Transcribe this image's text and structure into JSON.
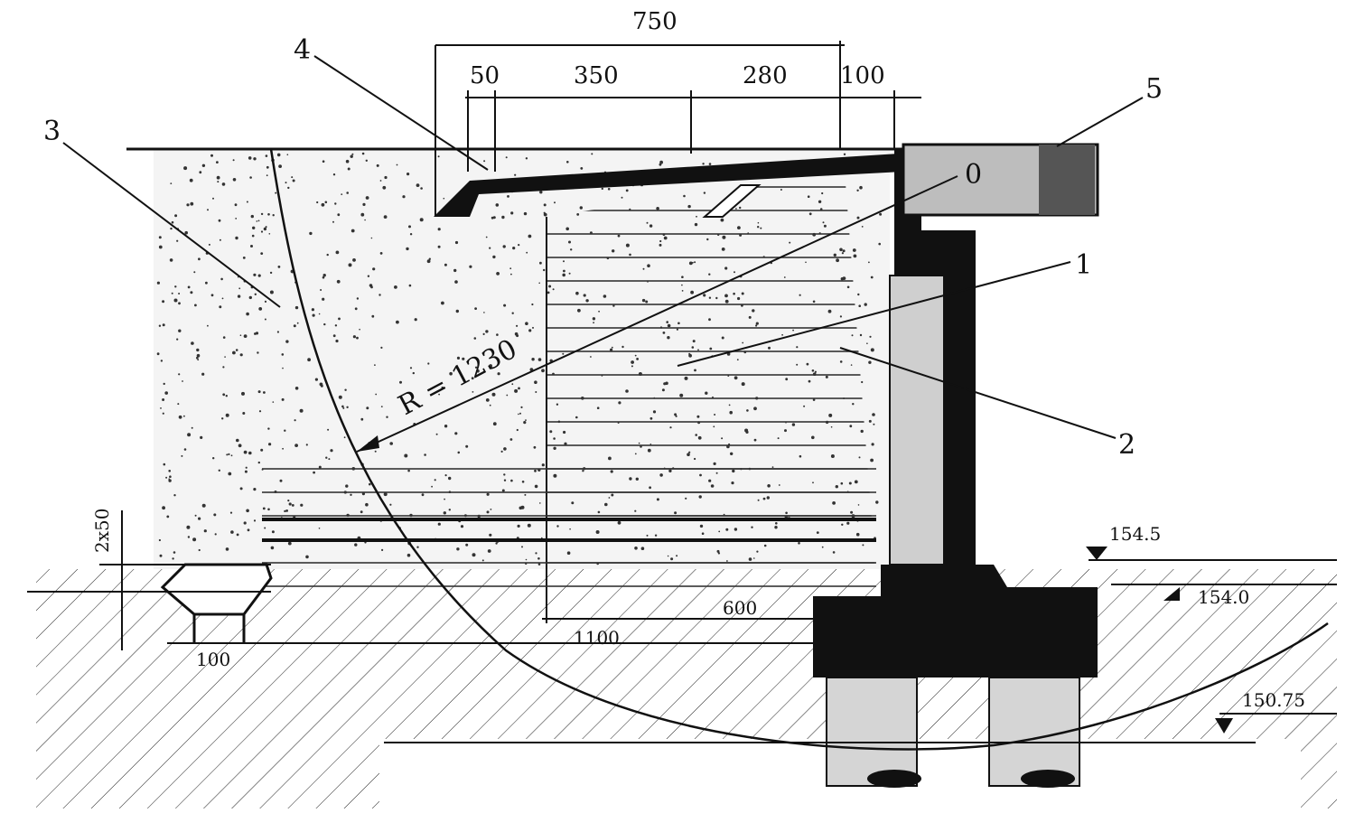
{
  "dimensions": {
    "top_total": "750",
    "seg_a": "50",
    "seg_b": "350",
    "seg_c": "280",
    "seg_d": "100",
    "radius": "R = 1230",
    "base_600": "600",
    "base_1100": "1100",
    "drain_100": "100",
    "drain_height": "2x50"
  },
  "labels": {
    "l1": "1",
    "l2": "2",
    "l3": "3",
    "l4": "4",
    "l5": "5",
    "center": "0"
  },
  "elevations": {
    "e1": "154.5",
    "e2": "154.0",
    "e3": "150.75"
  },
  "colors": {
    "ink": "#111111",
    "concrete": "#0d0d0d",
    "paper": "#ffffff"
  }
}
